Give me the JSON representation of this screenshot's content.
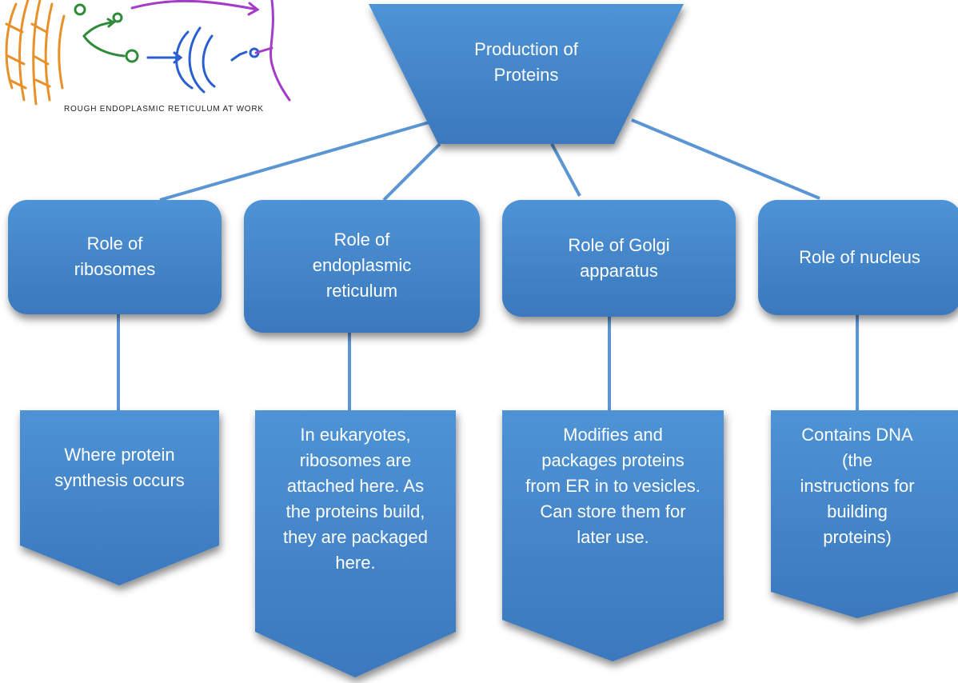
{
  "top_node": {
    "label": "Production of Proteins"
  },
  "illustration": {
    "caption": "ROUGH ENDOPLASMIC RETICULUM AT WORK"
  },
  "roles": [
    {
      "label": "Role of ribosomes",
      "description": "Where protein synthesis occurs"
    },
    {
      "label": "Role of endoplasmic reticulum",
      "description": "In eukaryotes, ribosomes are attached here. As the proteins build, they are packaged here."
    },
    {
      "label": "Role of Golgi apparatus",
      "description": "Modifies and packages proteins from ER in to vesicles. Can store them for later use."
    },
    {
      "label": "Role of nucleus",
      "description": "Contains DNA (the instructions for building proteins)"
    }
  ],
  "colors": {
    "node_top": "#4e93d6",
    "node_bottom": "#3d79bd",
    "connector": "#5b95d3",
    "text": "#ffffff"
  }
}
